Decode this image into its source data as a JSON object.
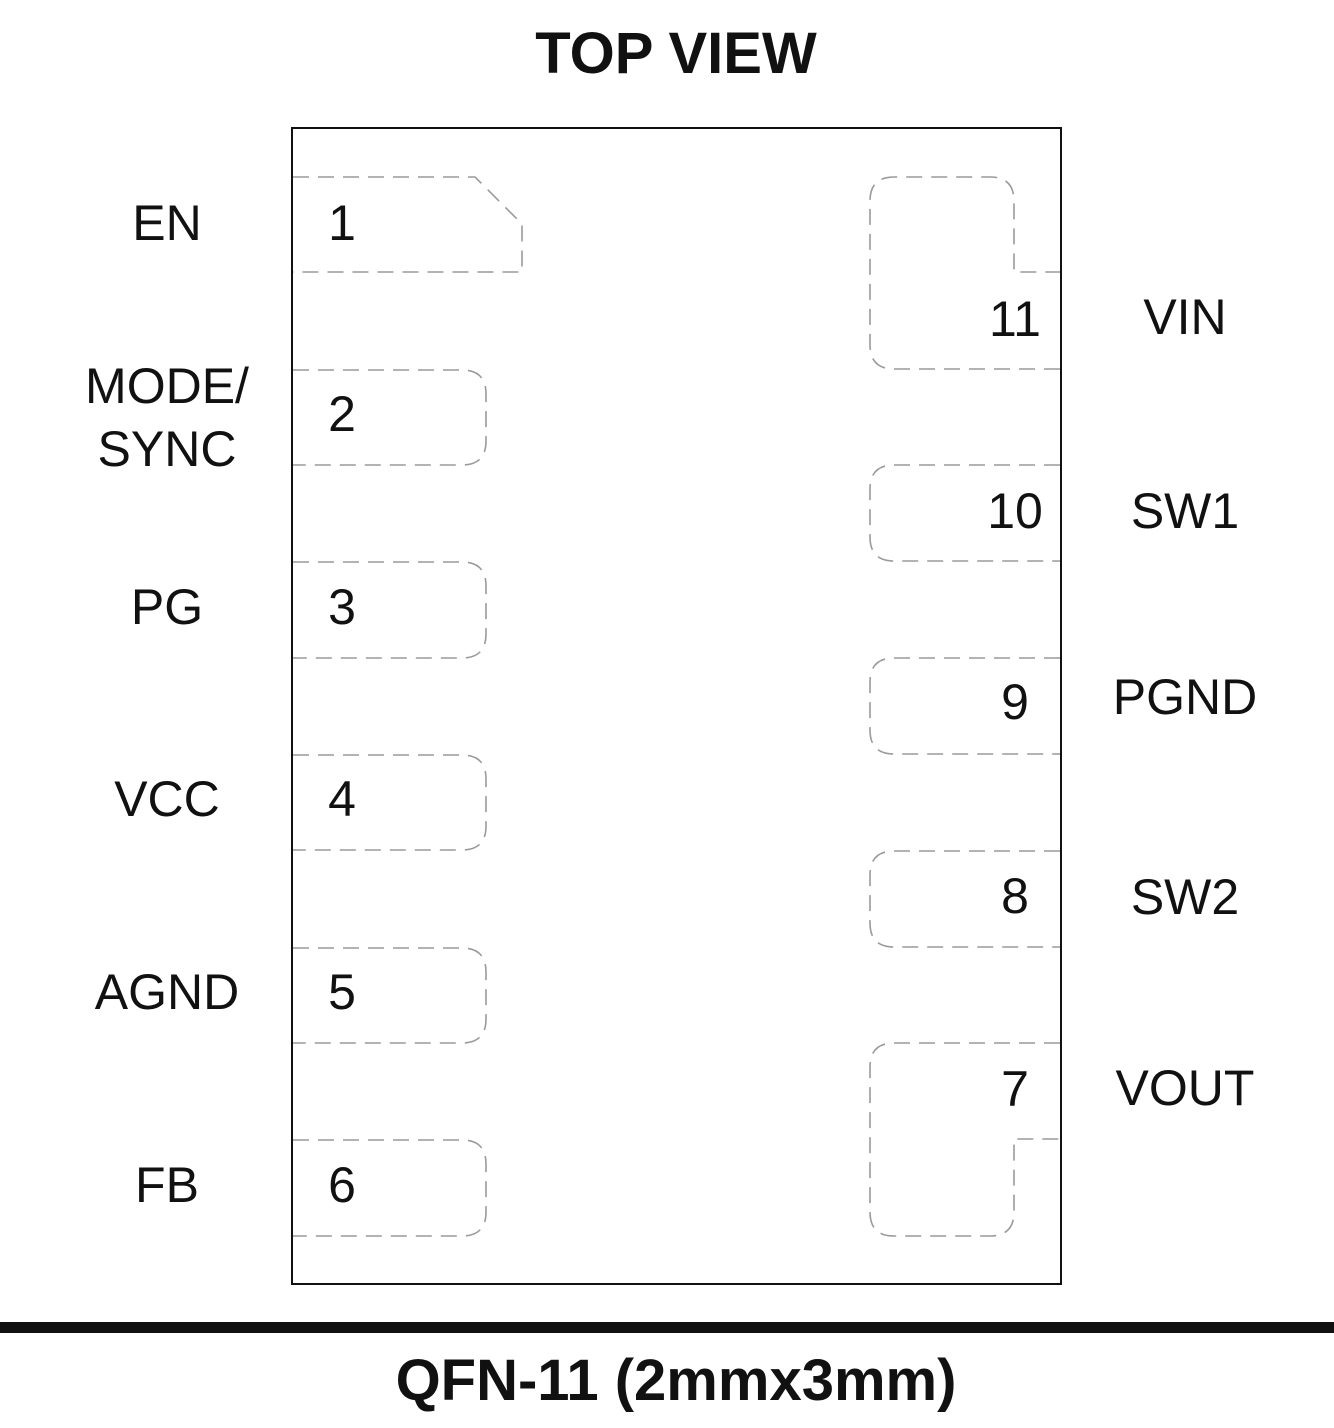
{
  "title": "TOP VIEW",
  "package_label": "QFN-11 (2mmx3mm)",
  "pins": [
    {
      "number": "1",
      "name": "EN",
      "side": "left"
    },
    {
      "number": "2",
      "name_lines": [
        "MODE/",
        "SYNC"
      ],
      "side": "left"
    },
    {
      "number": "3",
      "name": "PG",
      "side": "left"
    },
    {
      "number": "4",
      "name": "VCC",
      "side": "left"
    },
    {
      "number": "5",
      "name": "AGND",
      "side": "left"
    },
    {
      "number": "6",
      "name": "FB",
      "side": "left"
    },
    {
      "number": "7",
      "name": "VOUT",
      "side": "right"
    },
    {
      "number": "8",
      "name": "SW2",
      "side": "right"
    },
    {
      "number": "9",
      "name": "PGND",
      "side": "right"
    },
    {
      "number": "10",
      "name": "SW1",
      "side": "right"
    },
    {
      "number": "11",
      "name": "VIN",
      "side": "right"
    }
  ]
}
